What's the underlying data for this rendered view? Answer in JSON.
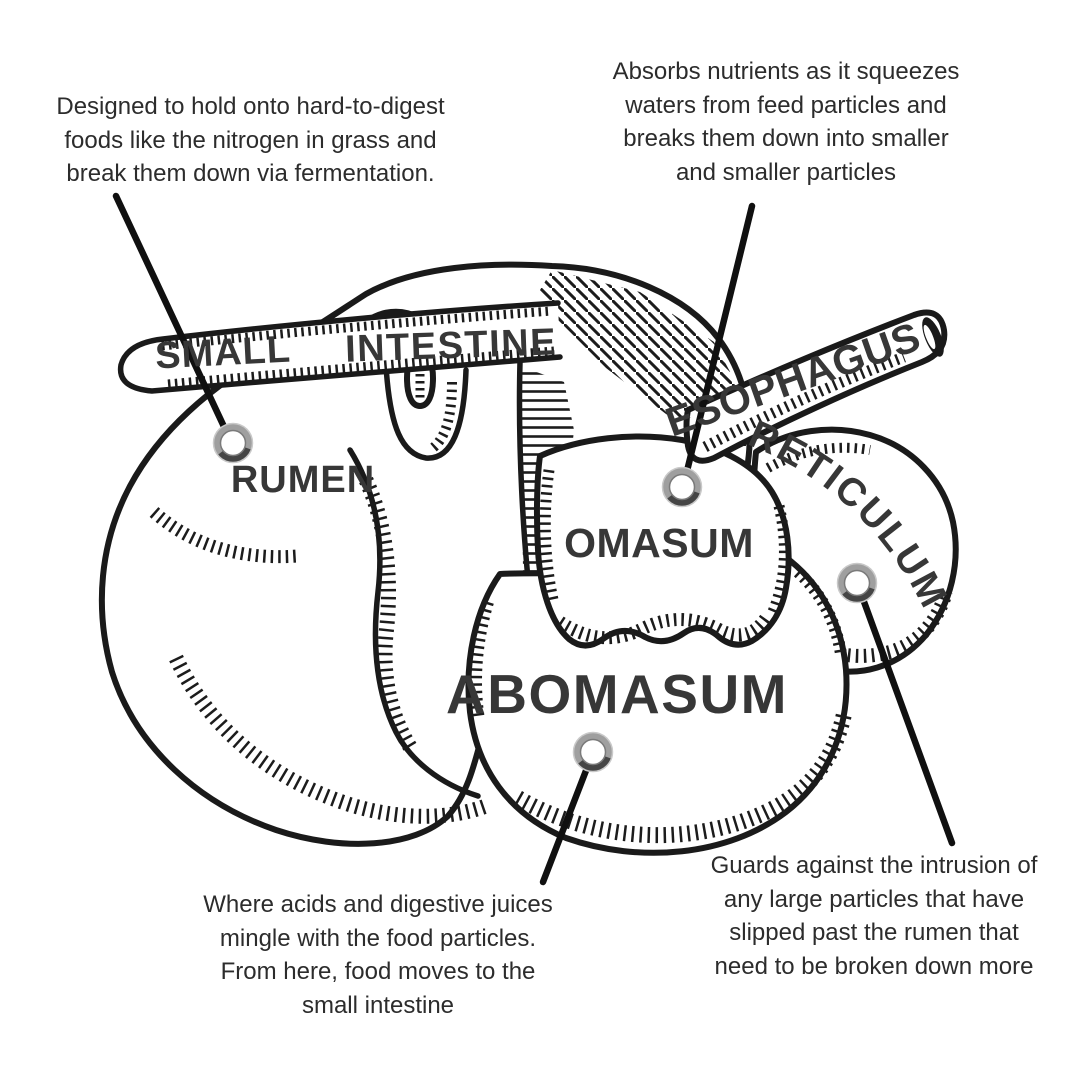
{
  "title": "Ruminant stomach diagram",
  "colors": {
    "background": "#ffffff",
    "ink": "#1a1a1a",
    "label_fill": "#373737",
    "annotation_text": "#2c2c2c",
    "marker_ring": "#9f9f9f",
    "marker_ring_shadow": "#454545"
  },
  "labels": {
    "small": "SMALL",
    "intestine": "INTESTINE",
    "rumen": "RUMEN",
    "esophagus": "ESOPHAGUS",
    "reticulum": "RETICULUM",
    "omasum": "OMASUM",
    "abomasum": "ABOMASUM"
  },
  "annotations": {
    "rumen": "Designed to hold onto hard-to-digest\nfoods like the nitrogen in grass and\nbreak them down via fermentation.",
    "omasum": "Absorbs nutrients as it squeezes\nwaters from feed particles and\nbreaks them down into smaller\nand smaller particles",
    "abomasum": "Where acids and digestive juices\nmingle with the food particles.\nFrom here, food moves to the\nsmall intestine",
    "reticulum": "Guards against the intrusion of\nany large particles that have\nslipped past the rumen that\nneed to be broken down more"
  }
}
